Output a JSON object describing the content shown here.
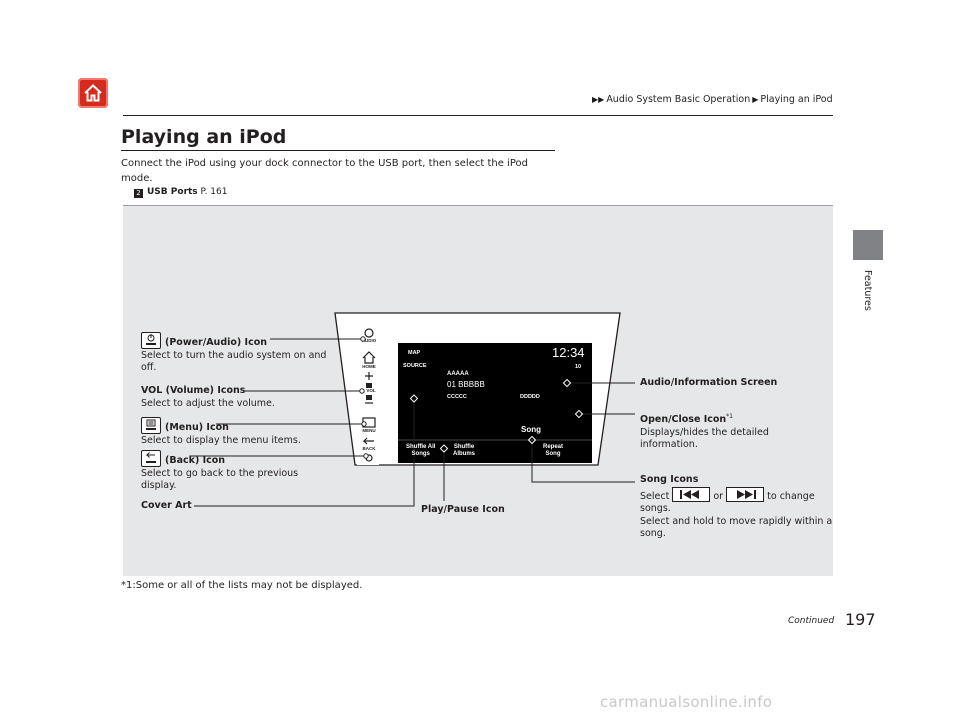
{
  "header": {
    "breadcrumb": [
      "Audio System Basic Operation",
      "Playing an iPod"
    ],
    "side_label": "Features"
  },
  "section": {
    "title": "Playing an iPod",
    "intro": "Connect the iPod using your dock connector to the USB port, then select the iPod mode.",
    "xref_label": "USB Ports",
    "xref_page": "P. 161"
  },
  "screen": {
    "map": "MAP",
    "source": "SOURCE",
    "clock": "12:34",
    "track_count": "10",
    "artist": "AAAAA",
    "track": "01  BBBBB",
    "album": "CCCCC",
    "extra": "DDDDD",
    "song": "Song",
    "buttons": [
      "Shuffle All\nSongs",
      "Shuffle\nAlbums",
      "Repeat\nSong"
    ],
    "panel_labels": {
      "audio": "AUDIO",
      "home": "HOME",
      "vol": "VOL",
      "menu": "MENU",
      "back": "BACK"
    }
  },
  "callouts": {
    "power": {
      "title": "(Power/Audio) Icon",
      "desc": "Select to turn the audio system on and off."
    },
    "volume": {
      "title": "VOL (Volume) Icons",
      "desc": "Select to adjust the volume."
    },
    "menu": {
      "title": "(Menu) Icon",
      "desc": "Select to display the menu items."
    },
    "back": {
      "title": "(Back) Icon",
      "desc": "Select to go back to the previous display."
    },
    "cover": {
      "title": "Cover Art"
    },
    "playpause": {
      "title": "Play/Pause Icon"
    },
    "audio_screen": {
      "title": "Audio/Information Screen"
    },
    "openclose": {
      "title": "Open/Close Icon",
      "sup": "*1",
      "desc": "Displays/hides the detailed information."
    },
    "song": {
      "title": "Song Icons",
      "select": "Select",
      "or": "or",
      "change": "to change songs.",
      "hold": "Select and hold to move rapidly within a song."
    }
  },
  "footer": {
    "footnote": "*1:Some or all of the lists may not be displayed.",
    "continued": "Continued",
    "page_number": "197",
    "watermark": "carmanualsonline.info"
  }
}
